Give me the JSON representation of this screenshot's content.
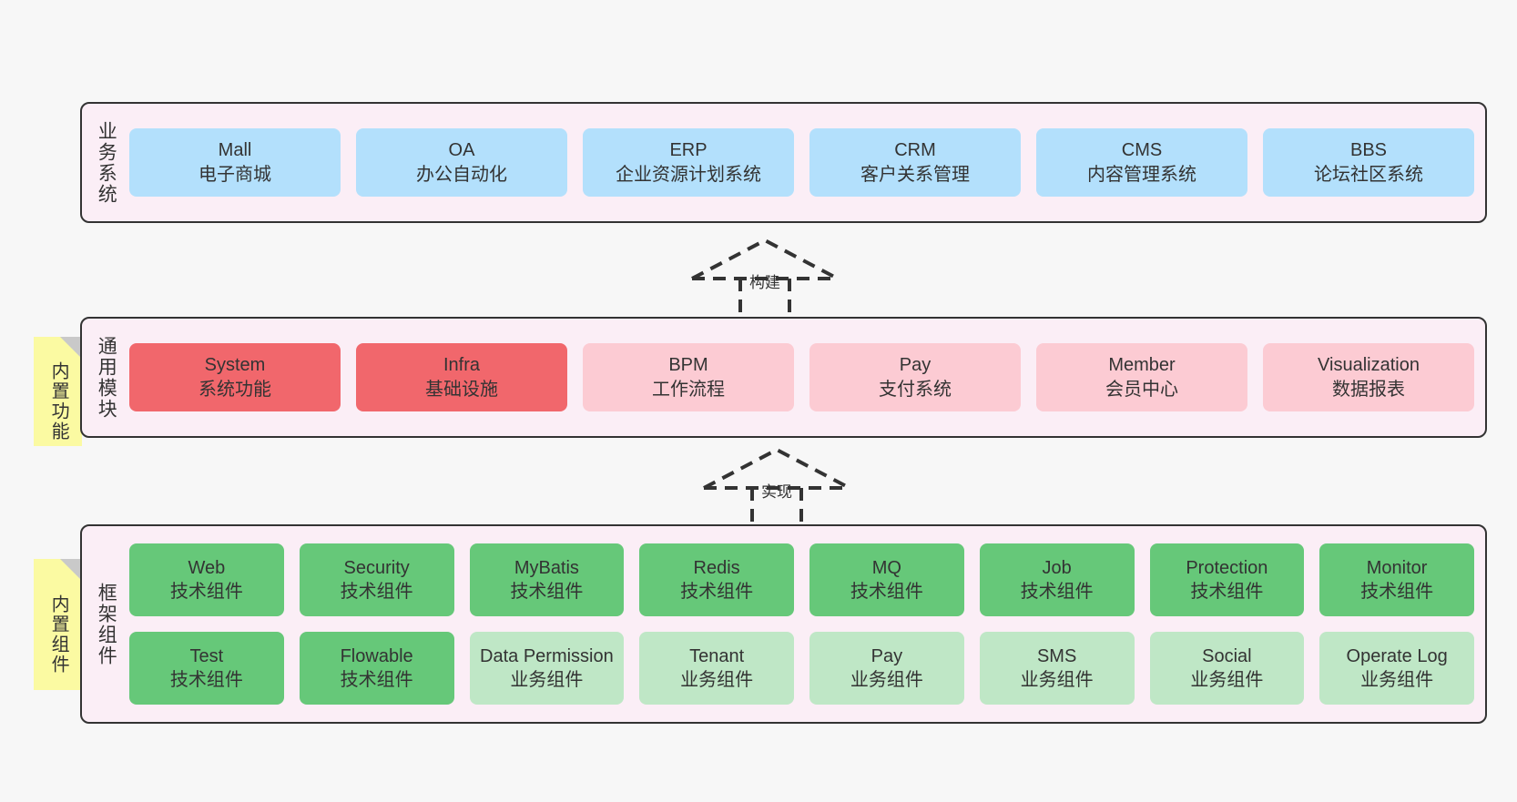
{
  "diagram": {
    "background": "#f7f7f7",
    "panel_fill": "#fbeef6",
    "panel_stroke": "#333333",
    "note_fill": "#fbfaa2",
    "note_fold": "#c9c9c9",
    "colors": {
      "blue": "#b3e0fc",
      "red": "#f1676c",
      "pink": "#fccbd3",
      "green": "#66c879",
      "light_green": "#bfe7c6"
    }
  },
  "layers": {
    "business": {
      "title": "业务系统",
      "items": [
        {
          "en": "Mall",
          "cn": "电子商城",
          "color": "blue"
        },
        {
          "en": "OA",
          "cn": "办公自动化",
          "color": "blue"
        },
        {
          "en": "ERP",
          "cn": "企业资源计划系统",
          "color": "blue"
        },
        {
          "en": "CRM",
          "cn": "客户关系管理",
          "color": "blue"
        },
        {
          "en": "CMS",
          "cn": "内容管理系统",
          "color": "blue"
        },
        {
          "en": "BBS",
          "cn": "论坛社区系统",
          "color": "blue"
        }
      ]
    },
    "modules": {
      "title": "通用模块",
      "note": "内置功能",
      "items": [
        {
          "en": "System",
          "cn": "系统功能",
          "color": "red"
        },
        {
          "en": "Infra",
          "cn": "基础设施",
          "color": "red"
        },
        {
          "en": "BPM",
          "cn": "工作流程",
          "color": "pink"
        },
        {
          "en": "Pay",
          "cn": "支付系统",
          "color": "pink"
        },
        {
          "en": "Member",
          "cn": "会员中心",
          "color": "pink"
        },
        {
          "en": "Visualization",
          "cn": "数据报表",
          "color": "pink"
        }
      ]
    },
    "framework": {
      "title": "框架组件",
      "note": "内置组件",
      "row1": [
        {
          "en": "Web",
          "cn": "技术组件",
          "color": "green"
        },
        {
          "en": "Security",
          "cn": "技术组件",
          "color": "green"
        },
        {
          "en": "MyBatis",
          "cn": "技术组件",
          "color": "green"
        },
        {
          "en": "Redis",
          "cn": "技术组件",
          "color": "green"
        },
        {
          "en": "MQ",
          "cn": "技术组件",
          "color": "green"
        },
        {
          "en": "Job",
          "cn": "技术组件",
          "color": "green"
        },
        {
          "en": "Protection",
          "cn": "技术组件",
          "color": "green"
        },
        {
          "en": "Monitor",
          "cn": "技术组件",
          "color": "green"
        }
      ],
      "row2": [
        {
          "en": "Test",
          "cn": "技术组件",
          "color": "green"
        },
        {
          "en": "Flowable",
          "cn": "技术组件",
          "color": "green"
        },
        {
          "en": "Data Permission",
          "cn": "业务组件",
          "color": "light_green",
          "wrap": true
        },
        {
          "en": "Tenant",
          "cn": "业务组件",
          "color": "light_green"
        },
        {
          "en": "Pay",
          "cn": "业务组件",
          "color": "light_green"
        },
        {
          "en": "SMS",
          "cn": "业务组件",
          "color": "light_green"
        },
        {
          "en": "Social",
          "cn": "业务组件",
          "color": "light_green"
        },
        {
          "en": "Operate Log",
          "cn": "业务组件",
          "color": "light_green"
        }
      ]
    }
  },
  "arrows": [
    {
      "id": "build",
      "label": "构建",
      "style": "dashed-hollow-up"
    },
    {
      "id": "implement",
      "label": "实现",
      "style": "dashed-hollow-up"
    }
  ]
}
